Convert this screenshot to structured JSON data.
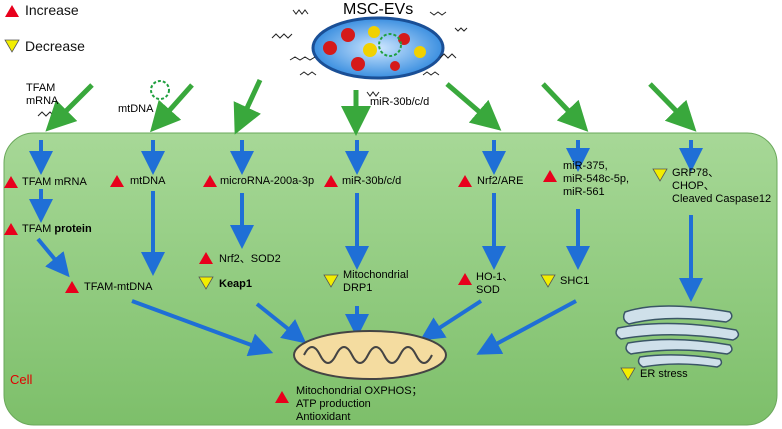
{
  "legend": {
    "increase_label": "Increase",
    "decrease_label": "Decrease"
  },
  "source": {
    "title": "MSC-EVs",
    "mirna_label": "miR-30b/c/d"
  },
  "inputs": {
    "tfam_mrna": "TFAM\nmRNA",
    "mtdna": "mtDNA"
  },
  "cell": {
    "label": "Cell",
    "pathways": {
      "p1_a": "TFAM mRNA",
      "p1_b": "TFAM",
      "p1_b2": "protein",
      "p1_c": "TFAM-mtDNA",
      "p2_a": "mtDNA",
      "p3_a": "microRNA-200a-3p",
      "p3_b": "Nrf2、SOD2",
      "p3_c": "Keap1",
      "p4_a": "miR-30b/c/d",
      "p4_b": "Mitochondrial\nDRP1",
      "p5_a": "Nrf2/ARE",
      "p5_b": "HO-1、\nSOD",
      "p6_a": "miR-375,\nmiR-548c-5p,\nmiR-561",
      "p6_b": "SHC1",
      "p7_a": "GRP78、\nCHOP、\nCleaved Caspase12",
      "p7_b": "ER stress"
    },
    "outcome": "Mitochondrial OXPHOS；\nATP production\nAntioxidant"
  },
  "colors": {
    "increase": "#e8001c",
    "decrease": "#f2ee00",
    "cell_fill": "#8bc97a",
    "green_arrow": "#39a83c",
    "blue_arrow": "#1f6fd6"
  }
}
